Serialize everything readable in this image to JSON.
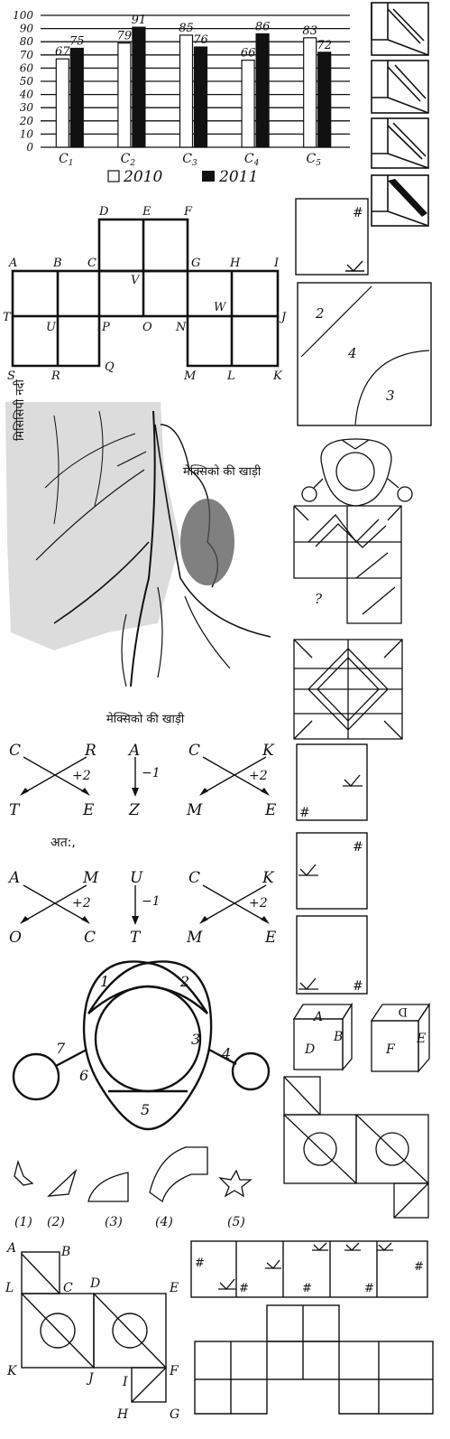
{
  "chart_data": {
    "type": "bar",
    "categories": [
      "C1",
      "C2",
      "C3",
      "C4",
      "C5"
    ],
    "category_labels": [
      {
        "letter": "C",
        "sub": "1"
      },
      {
        "letter": "C",
        "sub": "2"
      },
      {
        "letter": "C",
        "sub": "3"
      },
      {
        "letter": "C",
        "sub": "4"
      },
      {
        "letter": "C",
        "sub": "5"
      }
    ],
    "series": [
      {
        "name": "2010",
        "values": [
          67,
          79,
          85,
          66,
          83
        ],
        "color": "#ffffff"
      },
      {
        "name": "2011",
        "values": [
          75,
          91,
          76,
          86,
          72
        ],
        "color": "#111111"
      }
    ],
    "ylim": [
      0,
      100
    ],
    "yticks": [
      "0",
      "10",
      "20",
      "30",
      "40",
      "50",
      "60",
      "70",
      "80",
      "90",
      "100"
    ],
    "grid": true,
    "legend": "bottom"
  },
  "grid_figure": {
    "labels": [
      "A",
      "B",
      "C",
      "D",
      "E",
      "F",
      "G",
      "H",
      "I",
      "J",
      "K",
      "L",
      "M",
      "N",
      "O",
      "P",
      "Q",
      "R",
      "S",
      "T",
      "U",
      "V",
      "W"
    ]
  },
  "region_figure": {
    "labels": [
      "2",
      "4",
      "3"
    ]
  },
  "map": {
    "labels": [
      "मिसिसिपी नदी",
      "मेक्सिको की खाड़ी",
      "मेक्सिको की खाड़ी"
    ]
  },
  "question_mark": "?",
  "letter_series": {
    "row1": [
      "C",
      "R",
      "A",
      "C",
      "K",
      "T",
      "E",
      "Z",
      "M",
      "E"
    ],
    "row2": [
      "A",
      "M",
      "U",
      "C",
      "K",
      "O",
      "C",
      "T",
      "M",
      "E"
    ],
    "steps": [
      "+2",
      "−1",
      "+2"
    ],
    "therefore": "अत:,"
  },
  "mirror_marks": [
    "#",
    "#",
    "#",
    "#",
    "#",
    "#",
    "#",
    "#",
    "#"
  ],
  "ring_figure": {
    "labels": [
      "1",
      "2",
      "3",
      "4",
      "5",
      "6",
      "7"
    ]
  },
  "shape_options": [
    "(1)",
    "(2)",
    "(3)",
    "(4)",
    "(5)"
  ],
  "cube_faces": {
    "cube1": [
      "A",
      "B",
      "D"
    ],
    "cube2": [
      "D",
      "F",
      "E"
    ]
  },
  "net_figure": {
    "labels": [
      "A",
      "B",
      "L",
      "C",
      "D",
      "E",
      "K",
      "J",
      "F",
      "I",
      "H",
      "G"
    ]
  }
}
